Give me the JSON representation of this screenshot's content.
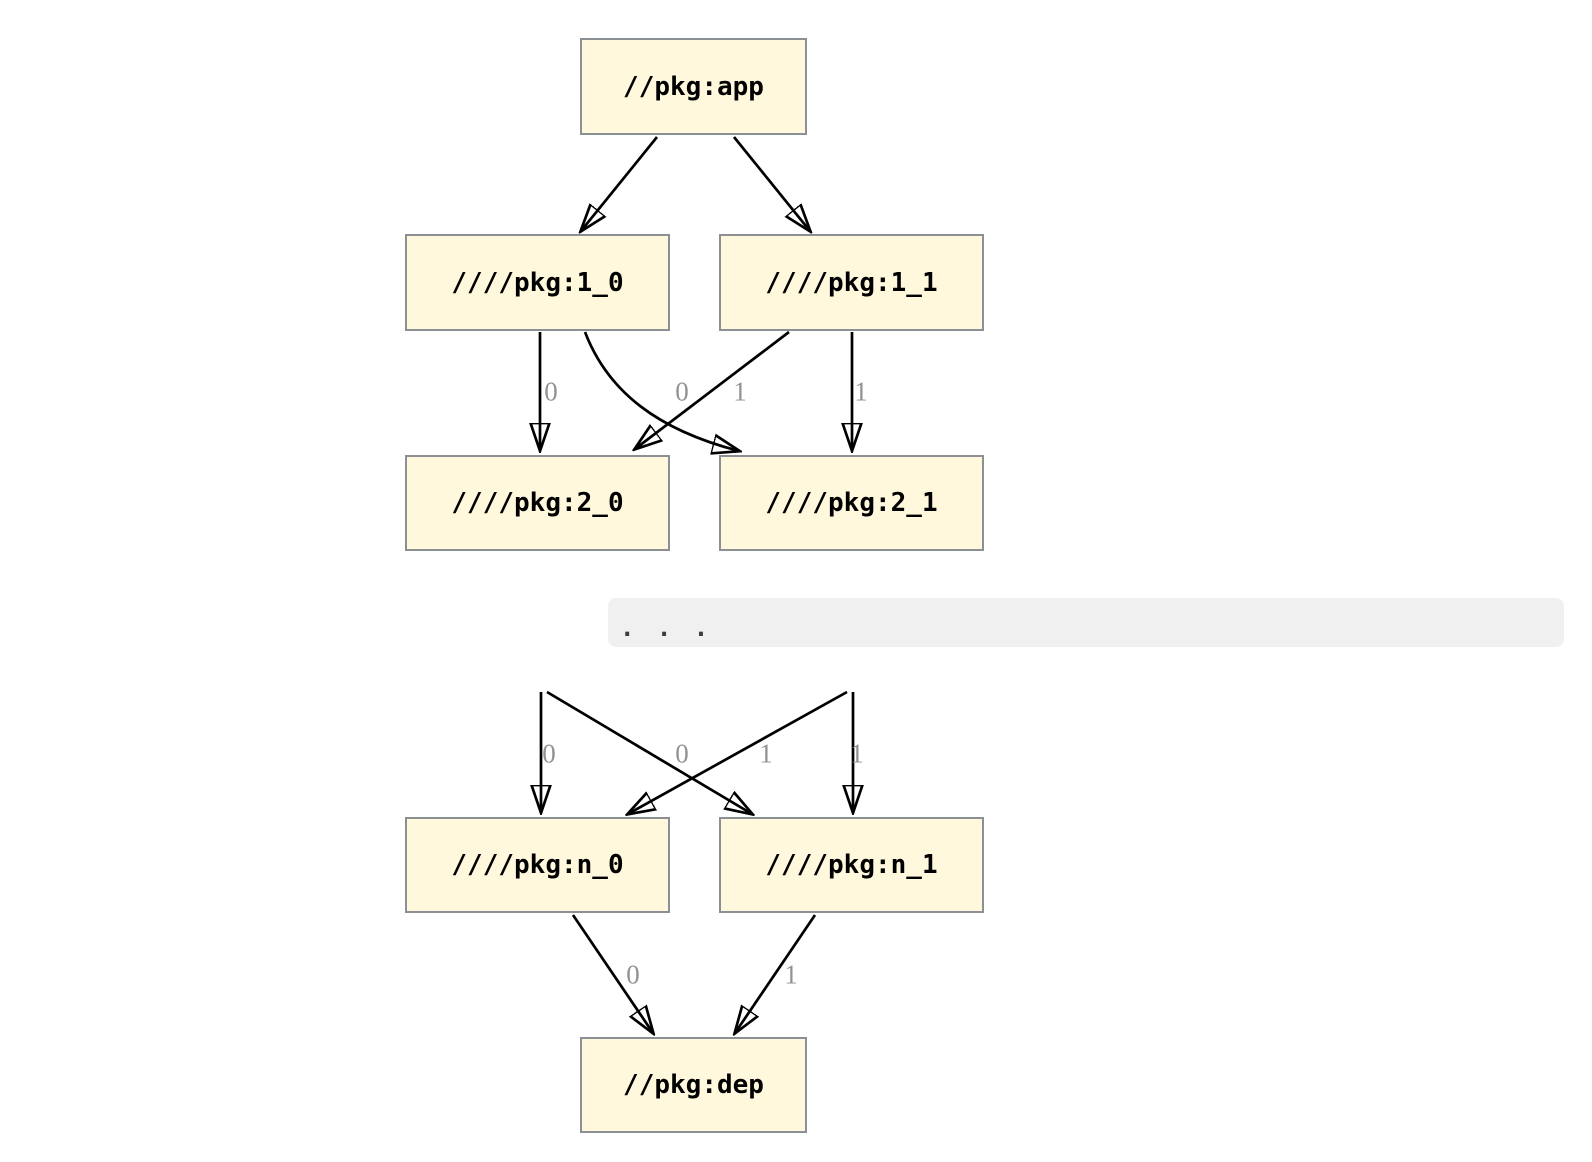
{
  "diagram": {
    "kind": "build-dependency-graph",
    "nodes": {
      "app": {
        "label": "//pkg:app"
      },
      "l1_0": {
        "label": "////pkg:1_0"
      },
      "l1_1": {
        "label": "////pkg:1_1"
      },
      "l2_0": {
        "label": "////pkg:2_0"
      },
      "l2_1": {
        "label": "////pkg:2_1"
      },
      "ln_0": {
        "label": "////pkg:n_0"
      },
      "ln_1": {
        "label": "////pkg:n_1"
      },
      "dep": {
        "label": "//pkg:dep"
      }
    },
    "ellipsis_text": ". . .",
    "edges": [
      {
        "from": "//pkg:app",
        "to": "////pkg:1_0",
        "label": ""
      },
      {
        "from": "//pkg:app",
        "to": "////pkg:1_1",
        "label": ""
      },
      {
        "from": "////pkg:1_0",
        "to": "////pkg:2_0",
        "label": "0"
      },
      {
        "from": "////pkg:1_0",
        "to": "////pkg:2_1",
        "label": "1"
      },
      {
        "from": "////pkg:1_1",
        "to": "////pkg:2_0",
        "label": "0"
      },
      {
        "from": "////pkg:1_1",
        "to": "////pkg:2_1",
        "label": "1"
      },
      {
        "from": "...",
        "to": "////pkg:n_0",
        "label": "0"
      },
      {
        "from": "...",
        "to": "////pkg:n_1",
        "label": "1"
      },
      {
        "from": "...",
        "to": "////pkg:n_0",
        "label": "0"
      },
      {
        "from": "...",
        "to": "////pkg:n_1",
        "label": "1"
      },
      {
        "from": "////pkg:n_0",
        "to": "//pkg:dep",
        "label": "0"
      },
      {
        "from": "////pkg:n_1",
        "to": "//pkg:dep",
        "label": "1"
      }
    ],
    "colors": {
      "node_fill": "#FFF8DC",
      "node_border": "#8A9094",
      "node_text": "#000000",
      "edge": "#000000",
      "edge_label": "#929292",
      "ellipsis_band": "#F0F0F0",
      "ellipsis_dots": "#3D3D3D",
      "background": "#FFFFFF"
    }
  }
}
